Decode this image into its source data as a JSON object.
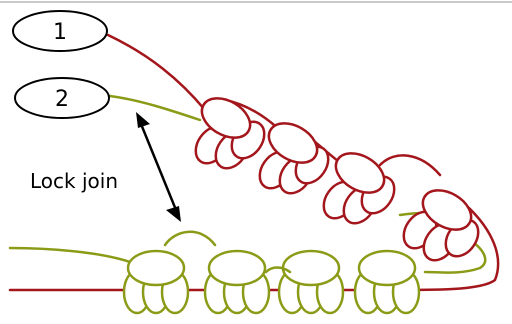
{
  "labels": {
    "strand_1": "1",
    "strand_2": "2",
    "annotation": "Lock join"
  },
  "colors": {
    "strand_1": "#a3161c",
    "strand_2": "#8c9b17",
    "outline": "#000000",
    "border": "#b8b8b8"
  }
}
